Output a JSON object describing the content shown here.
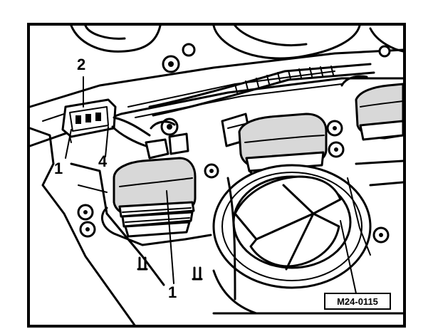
{
  "callouts": {
    "c1_left": "1",
    "c2": "2",
    "c4": "4",
    "c1_bottom": "1"
  },
  "reference_code": "M24-0115",
  "colors": {
    "line": "#000000",
    "background": "#ffffff",
    "shade": "#d8d8d8"
  }
}
